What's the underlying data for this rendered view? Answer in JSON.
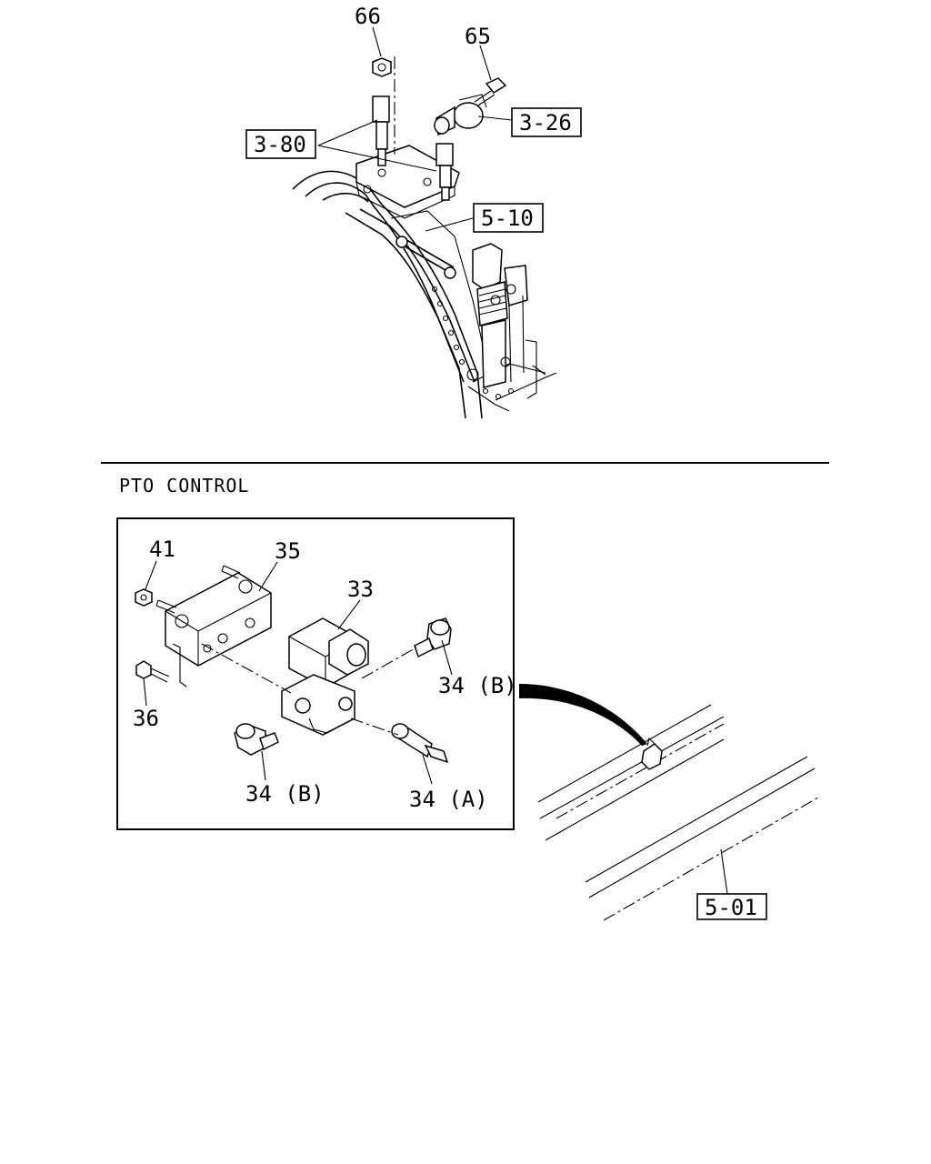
{
  "section_title": "PTO CONTROL",
  "top_callouts": {
    "c66": "66",
    "c65": "65"
  },
  "top_refs": {
    "r380": "3-80",
    "r326": "3-26",
    "r510": "5-10"
  },
  "detail_callouts": {
    "c41": "41",
    "c35": "35",
    "c33": "33",
    "c36": "36",
    "c34b_right": "34 (B)",
    "c34b_left": "34 (B)",
    "c34a": "34 (A)"
  },
  "frame_ref": {
    "r501": "5-01"
  }
}
